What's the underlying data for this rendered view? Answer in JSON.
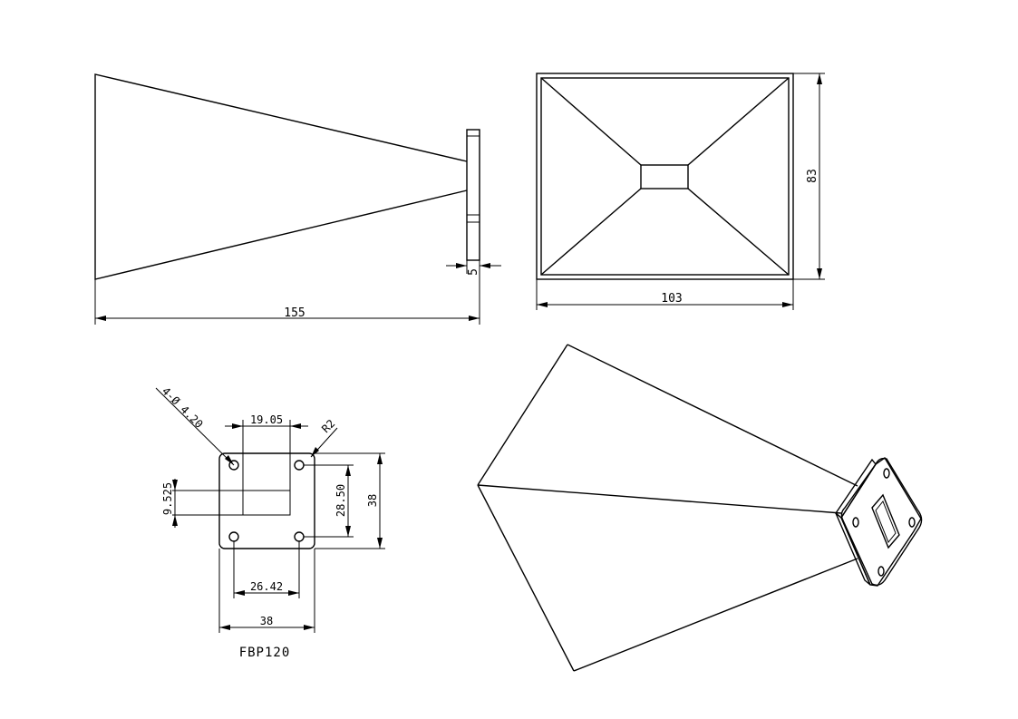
{
  "side_view": {
    "length_label": "155",
    "flange_thickness_label": "5"
  },
  "front_view": {
    "width_label": "103",
    "height_label": "83"
  },
  "flange_view": {
    "hole_callout": "4-Ø 4.20",
    "corner_radius": "R2",
    "aperture_width": "19.05",
    "aperture_height": "9.525",
    "hole_vertical_spacing": "28.50",
    "flange_height": "38",
    "hole_horizontal_spacing": "26.42",
    "flange_width": "38",
    "model": "FBP120"
  }
}
